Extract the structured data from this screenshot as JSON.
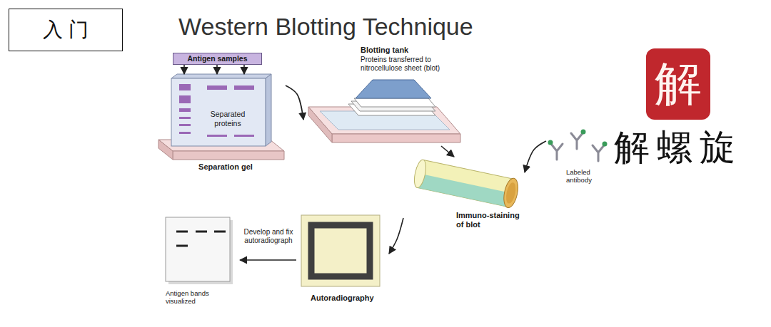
{
  "diagram": {
    "title": "Western Blotting Technique",
    "nodes": [
      {
        "text": [
          "入 门"
        ]
      },
      {
        "text": [
          "解"
        ]
      },
      {
        "text": [
          "Antigen samples"
        ]
      },
      {
        "text": [
          "Separated proteins",
          "Separation gel"
        ]
      },
      {
        "text": [
          "Blotting tank",
          "Proteins transferred to nitrocellulose sheet (blot)"
        ]
      },
      {
        "text": [
          "Labeled antibody"
        ]
      },
      {
        "text": [
          "Immuno-staining of blot"
        ]
      },
      {
        "text": [
          "Autoradiography"
        ]
      },
      {
        "text": [
          "Antigen bands visualized"
        ]
      }
    ],
    "edges": [
      {
        "from": 2,
        "to": 3,
        "arrow": "to"
      },
      {
        "from": 2,
        "to": 3,
        "arrow": "to"
      },
      {
        "from": 2,
        "to": 3,
        "arrow": "to"
      },
      {
        "from": 3,
        "to": 4,
        "arrow": "to"
      },
      {
        "from": 4,
        "to": 6,
        "arrow": "to"
      },
      {
        "from": 5,
        "to": 6,
        "arrow": "to"
      },
      {
        "from": 6,
        "to": 7,
        "arrow": "to"
      },
      {
        "from": 7,
        "to": 8,
        "label": "Develop and fix autoradiograph",
        "arrow": "to"
      }
    ],
    "labels": [
      "解螺旋"
    ]
  }
}
